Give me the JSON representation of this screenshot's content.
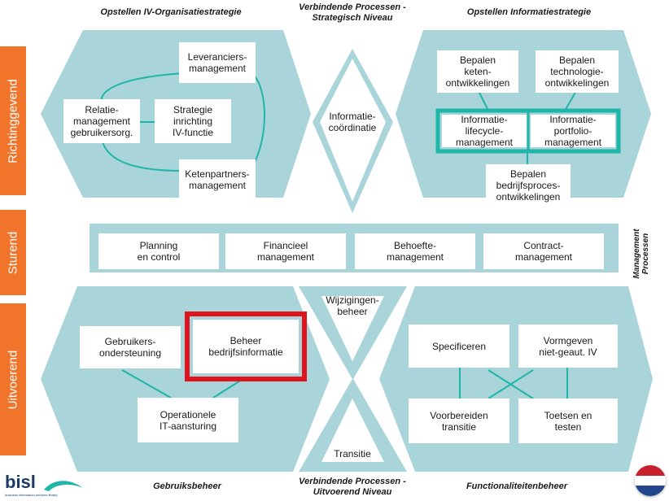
{
  "headers": {
    "top_left": "Opstellen IV-Organisatiestrategie",
    "top_center": "Verbindende Processen -\nStrategisch Niveau",
    "top_right": "Opstellen Informatiestrategie",
    "bottom_left": "Gebruiksbeheer",
    "bottom_center": "Verbindende Processen -\nUitvoerend Niveau",
    "bottom_right": "Functionaliteitenbeheer"
  },
  "side_labels": {
    "richtinggevend": "Richtinggevend",
    "sturend": "Sturend",
    "uitvoerend": "Uitvoerend"
  },
  "management_label": "Management\nProcessen",
  "iv_org": {
    "leveranciers": "Leveranciers-\nmanagement",
    "relatie": "Relatie-\nmanagement\ngebruikersorg.",
    "strategie": "Strategie\ninrichting\nIV-functie",
    "ketenpartners": "Ketenpartners-\nmanagement"
  },
  "informatiecoordinatie": "Informatie-\ncoördinatie",
  "infostrategie": {
    "keten": "Bepalen\nketen-\nontwikkelingen",
    "technologie": "Bepalen\ntechnologie-\nontwikkelingen",
    "lifecycle": "Informatie-\nlifecycle-\nmanagement",
    "portfolio": "Informatie-\nportfolio-\nmanagement",
    "bedrijfsproces": "Bepalen\nbedrijfsproces-\nontwikkelingen"
  },
  "sturend": {
    "planning": "Planning\nen control",
    "financieel": "Financieel\nmanagement",
    "behoefte": "Behoefte-\nmanagement",
    "contract": "Contract-\nmanagement"
  },
  "gebruiksbeheer": {
    "gebruikersondersteuning": "Gebruikers-\nondersteuning",
    "beheer": "Beheer\nbedrijfsinformatie",
    "operationele": "Operationele\nIT-aansturing"
  },
  "verbindend": {
    "wijzigingenbeheer": "Wijzigingen-\nbeheer",
    "transitie": "Transitie"
  },
  "functionaliteitenbeheer": {
    "specificeren": "Specificeren",
    "vormgeven": "Vormgeven\nniet-geaut. IV",
    "voorbereiden": "Voorbereiden\ntransitie",
    "toetsen": "Toetsen en\ntesten"
  },
  "logo": {
    "name": "bisl",
    "tagline": "business information services library"
  },
  "colors": {
    "panel": "#a9d4d9",
    "orange": "#f0742a",
    "teal_highlight": "#1fb5a8",
    "red_highlight": "#e0141e",
    "connector": "#1fb5a8"
  }
}
